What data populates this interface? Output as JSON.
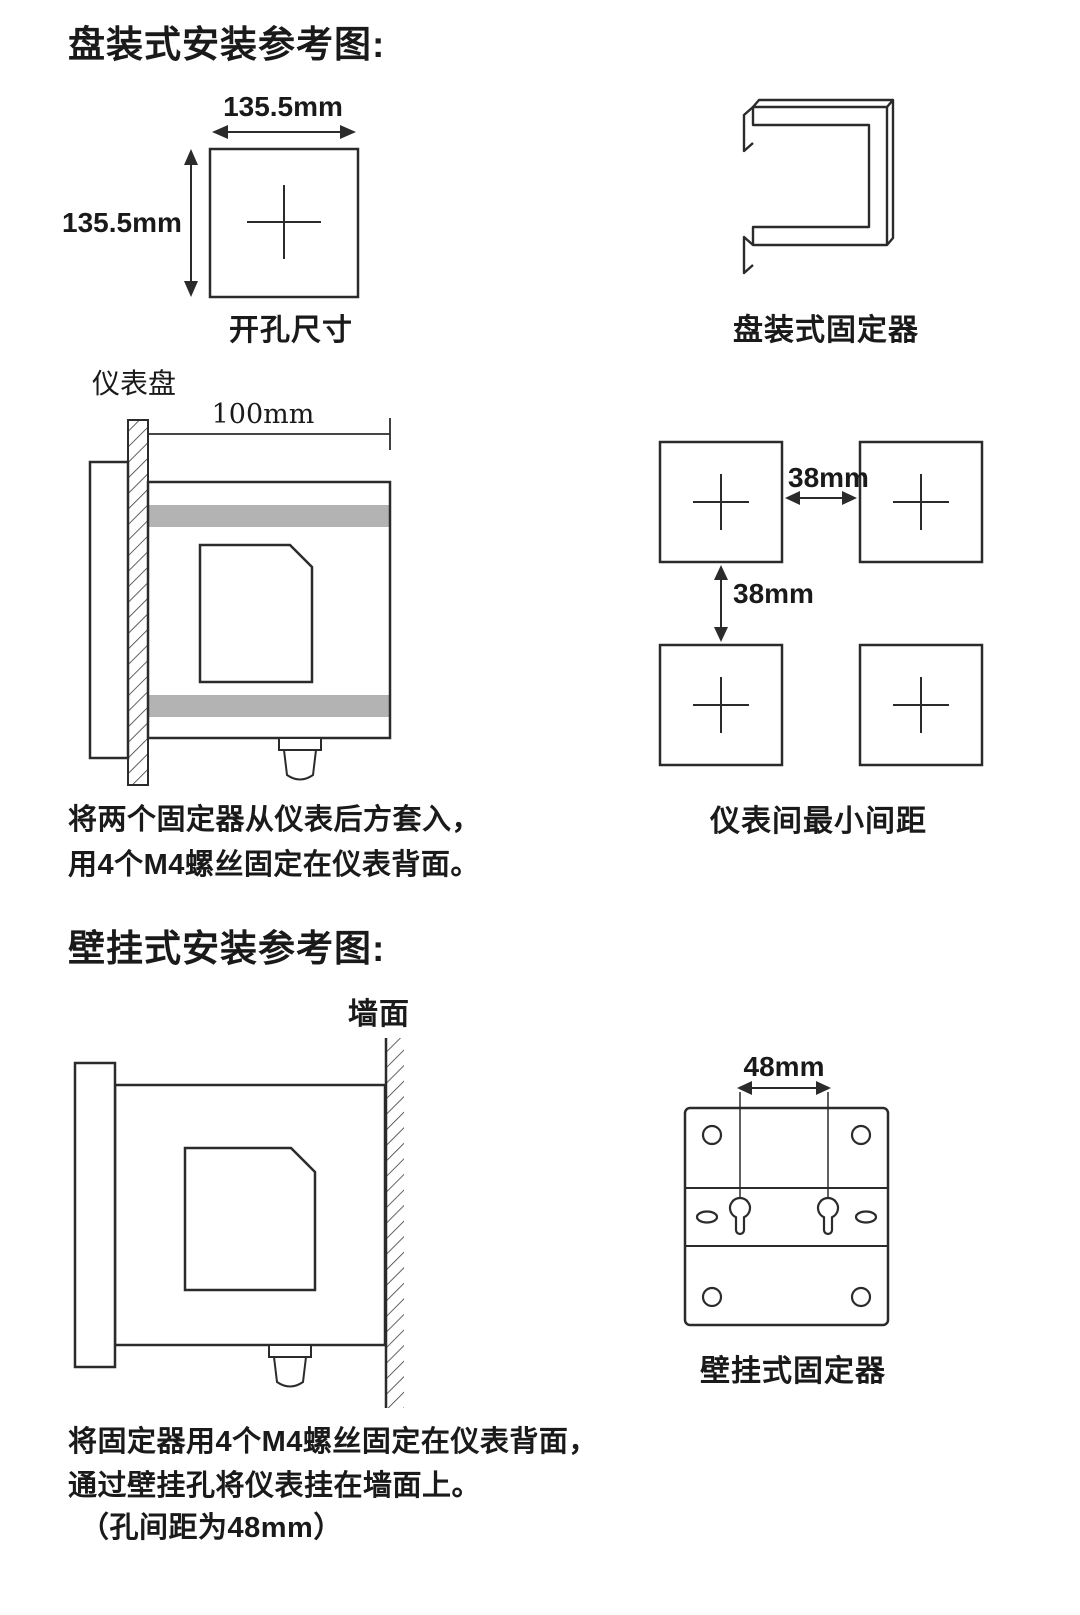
{
  "panel_mount": {
    "title": "盘装式安装参考图:",
    "cutout": {
      "width_label": "135.5mm",
      "height_label": "135.5mm",
      "caption": "开孔尺寸"
    },
    "fixer": {
      "caption": "盘装式固定器"
    },
    "side_view": {
      "panel_label": "仪表盘",
      "depth_label": "100mm"
    },
    "spacing": {
      "horizontal_label": "38mm",
      "vertical_label": "38mm",
      "caption": "仪表间最小间距"
    },
    "instructions": [
      "将两个固定器从仪表后方套入，",
      "用4个M4螺丝固定在仪表背面。"
    ]
  },
  "wall_mount": {
    "title": "壁挂式安装参考图:",
    "side_view": {
      "wall_label": "墙面"
    },
    "fixer": {
      "hole_spacing_label": "48mm",
      "caption": "壁挂式固定器"
    },
    "instructions": [
      "将固定器用4个M4螺丝固定在仪表背面，",
      "通过壁挂孔将仪表挂在墙面上。",
      "（孔间距为48mm）"
    ]
  },
  "colors": {
    "line": "#2b2b2b",
    "fixer_bar_gray": "#b3b3b3",
    "background": "#ffffff"
  }
}
